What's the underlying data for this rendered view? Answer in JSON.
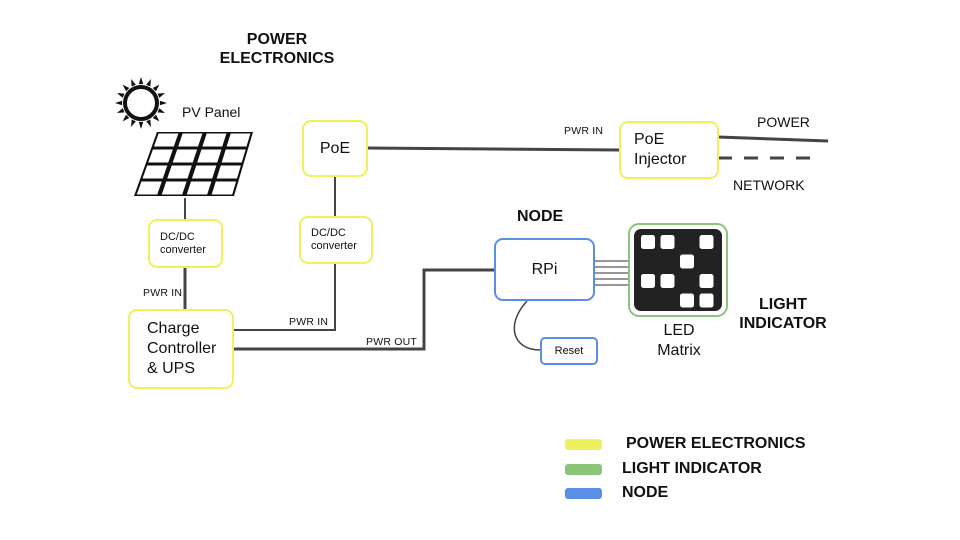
{
  "titles": {
    "power_electronics": [
      "POWER",
      "ELECTRONICS"
    ],
    "node": "NODE",
    "light_indicator": [
      "LIGHT",
      "INDICATOR"
    ]
  },
  "components": {
    "pv_panel": "PV Panel",
    "poe": "PoE",
    "poe_injector": [
      "PoE",
      "Injector"
    ],
    "dcdc_left": [
      "DC/DC",
      "converter"
    ],
    "dcdc_right": [
      "DC/DC",
      "converter"
    ],
    "charge_controller": [
      "Charge",
      "Controller",
      "& UPS"
    ],
    "rpi": "RPi",
    "reset": "Reset",
    "led_matrix": [
      "LED",
      "Matrix"
    ]
  },
  "line_labels": {
    "pwr_in_injector": "PWR IN",
    "pwr_in_left": "PWR IN",
    "pwr_in_right": "PWR IN",
    "pwr_out": "PWR OUT",
    "power": "POWER",
    "network": "NETWORK"
  },
  "legend": [
    {
      "label": "POWER ELECTRONICS",
      "color": "#eef25a"
    },
    {
      "label": "LIGHT INDICATOR",
      "color": "#8cc47a"
    },
    {
      "label": "NODE",
      "color": "#5b8fe6"
    }
  ],
  "colors": {
    "power_electronics": "#eef25a",
    "light_indicator": "#8cc47a",
    "node": "#5b8fe6",
    "wire": "#444444"
  }
}
